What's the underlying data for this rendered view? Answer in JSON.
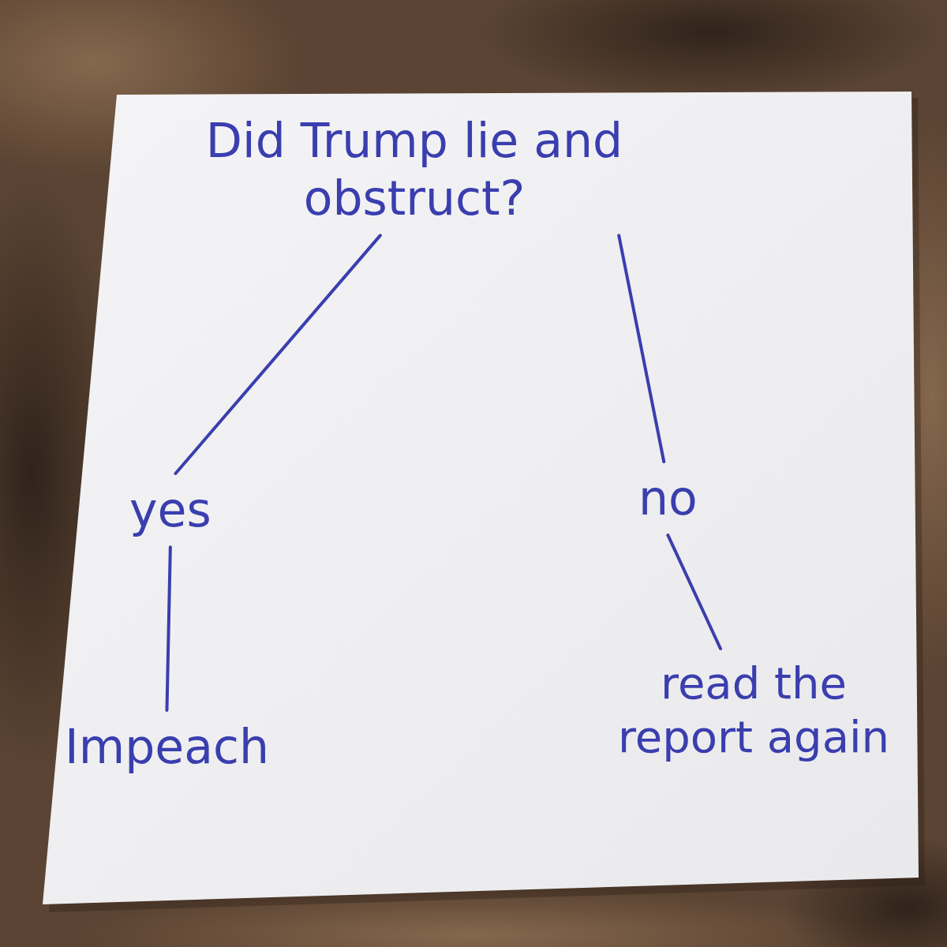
{
  "diagram": {
    "nodes": [
      {
        "text": [
          "Did Trump lie and obstruct?"
        ]
      },
      {
        "text": [
          "yes"
        ]
      },
      {
        "text": [
          "no"
        ]
      },
      {
        "text": [
          "Impeach"
        ]
      },
      {
        "text": [
          "read the report again"
        ]
      }
    ],
    "edges": [
      {
        "from": 0,
        "to": 1,
        "arrow": "none"
      },
      {
        "from": 0,
        "to": 2,
        "arrow": "none"
      },
      {
        "from": 1,
        "to": 3,
        "arrow": "none"
      },
      {
        "from": 2,
        "to": 4,
        "arrow": "none"
      }
    ]
  }
}
